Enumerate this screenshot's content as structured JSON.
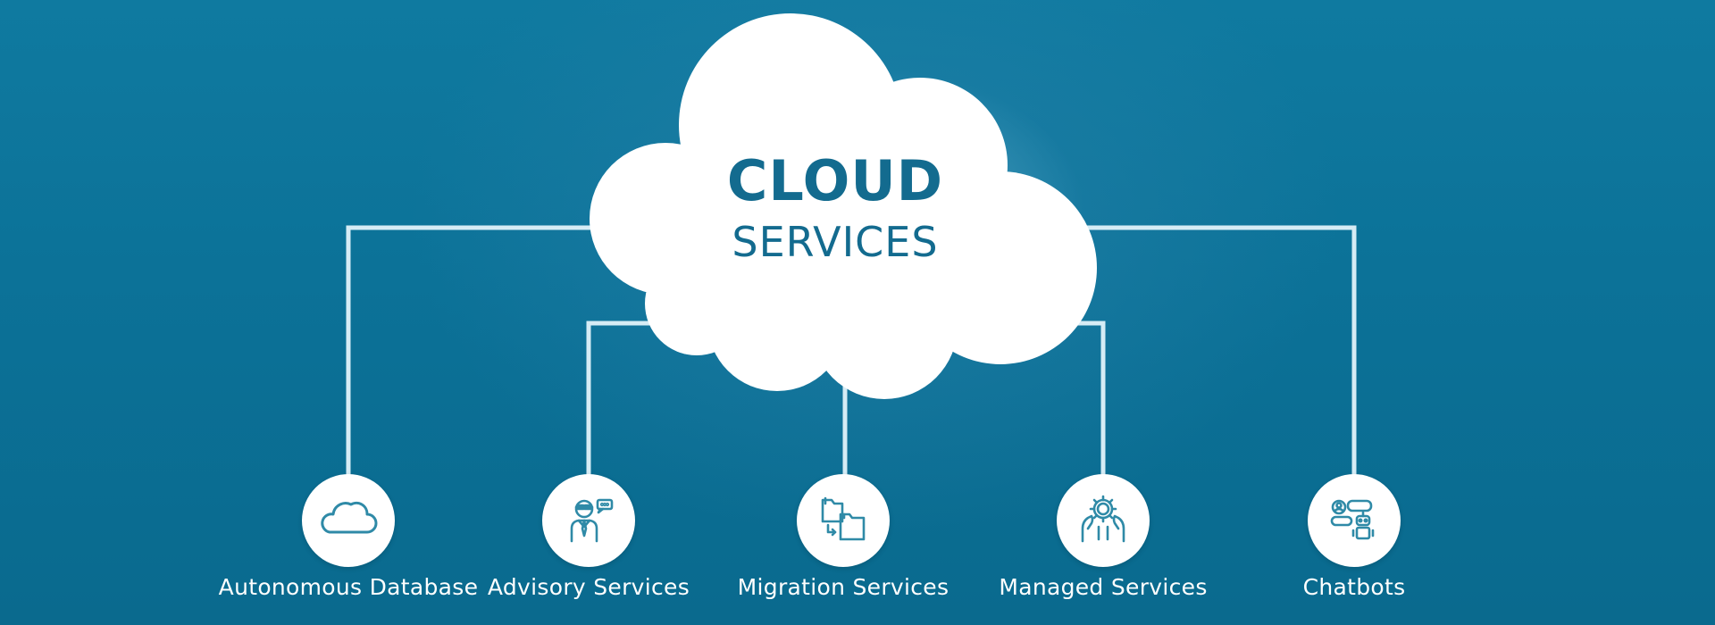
{
  "diagram": {
    "title_main": "CLOUD",
    "title_sub": "SERVICES",
    "colors": {
      "background": "#0b7096",
      "accent": "#136b8f",
      "connector": "#d6ecf5",
      "node_fill": "#ffffff"
    },
    "nodes": [
      {
        "id": "autonomous-database",
        "label": "Autonomous Database",
        "icon": "cloud-icon"
      },
      {
        "id": "advisory-services",
        "label": "Advisory Services",
        "icon": "advisor-icon"
      },
      {
        "id": "migration-services",
        "label": "Migration Services",
        "icon": "folders-migrate-icon"
      },
      {
        "id": "managed-services",
        "label": "Managed Services",
        "icon": "gear-hands-icon"
      },
      {
        "id": "chatbots",
        "label": "Chatbots",
        "icon": "chatbot-icon"
      }
    ]
  }
}
